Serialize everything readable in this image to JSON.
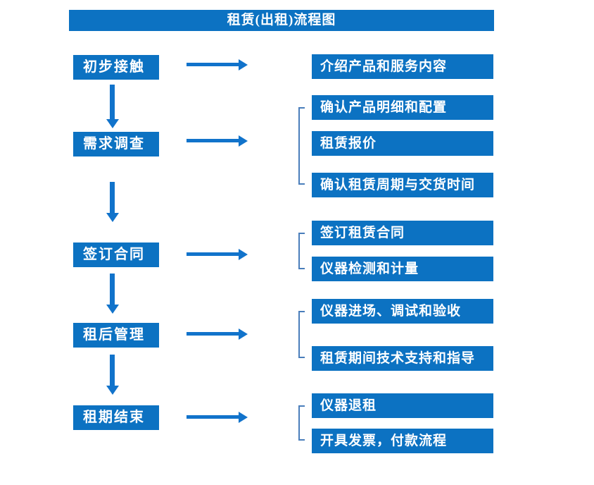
{
  "title": "租赁(出租)流程图",
  "colors": {
    "box_blue": "#0c72c2",
    "arrow_blue": "#1173cb",
    "bracket_blue": "#4a7ebb",
    "text_white": "#ffffff",
    "page_bg": "#ffffff"
  },
  "flow": {
    "stages": [
      {
        "label": "初步接触"
      },
      {
        "label": "需求调查"
      },
      {
        "label": "签订合同"
      },
      {
        "label": "租后管理"
      },
      {
        "label": "租期结束"
      }
    ],
    "details": [
      {
        "label": "介绍产品和服务内容"
      },
      {
        "label": "确认产品明细和配置"
      },
      {
        "label": "租赁报价"
      },
      {
        "label": "确认租赁周期与交货时间"
      },
      {
        "label": "签订租赁合同"
      },
      {
        "label": "仪器检测和计量"
      },
      {
        "label": "仪器进场、调试和验收"
      },
      {
        "label": "租赁期间技术支持和指导"
      },
      {
        "label": "仪器退租"
      },
      {
        "label": "开具发票，付款流程"
      }
    ]
  }
}
